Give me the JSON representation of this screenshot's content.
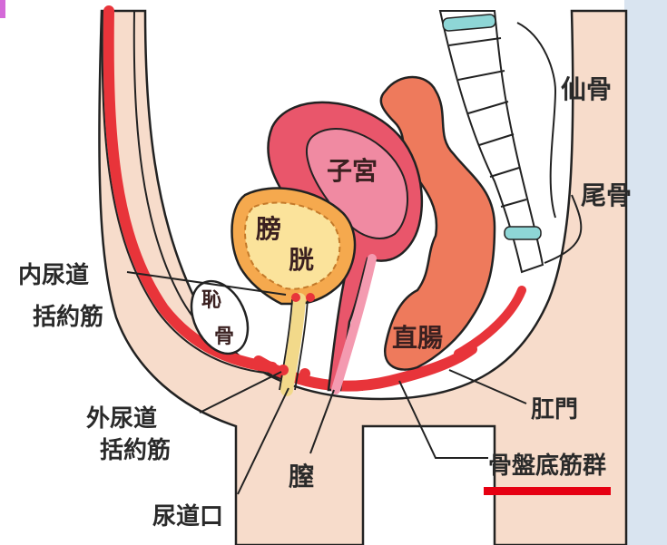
{
  "labels": {
    "sacrum": "仙骨",
    "coccyx": "尾骨",
    "uterus": "子宮",
    "bladder_1": "膀",
    "bladder_2": "胱",
    "pubis_1": "恥",
    "pubis_2": "骨",
    "rectum": "直腸",
    "internal_sphincter_1": "内尿道",
    "internal_sphincter_2": "括約筋",
    "external_sphincter_1": "外尿道",
    "external_sphincter_2": "括約筋",
    "urethral_opening": "尿道口",
    "vagina": "膣",
    "anus": "肛門",
    "pelvic_floor": "骨盤底筋群"
  },
  "colors": {
    "skin": "#f7dccb",
    "muscle_red": "#e8343a",
    "bladder_orange": "#f5a94e",
    "bladder_inner": "#fbe39b",
    "uterus_outer": "#e9566b",
    "uterus_inner": "#f08aa2",
    "rectum": "#ee7a5c",
    "bone": "#ffffff",
    "disc_cyan": "#8ed6d6",
    "highlight_red": "#e60012",
    "side_panel": "#d9e4f0"
  }
}
